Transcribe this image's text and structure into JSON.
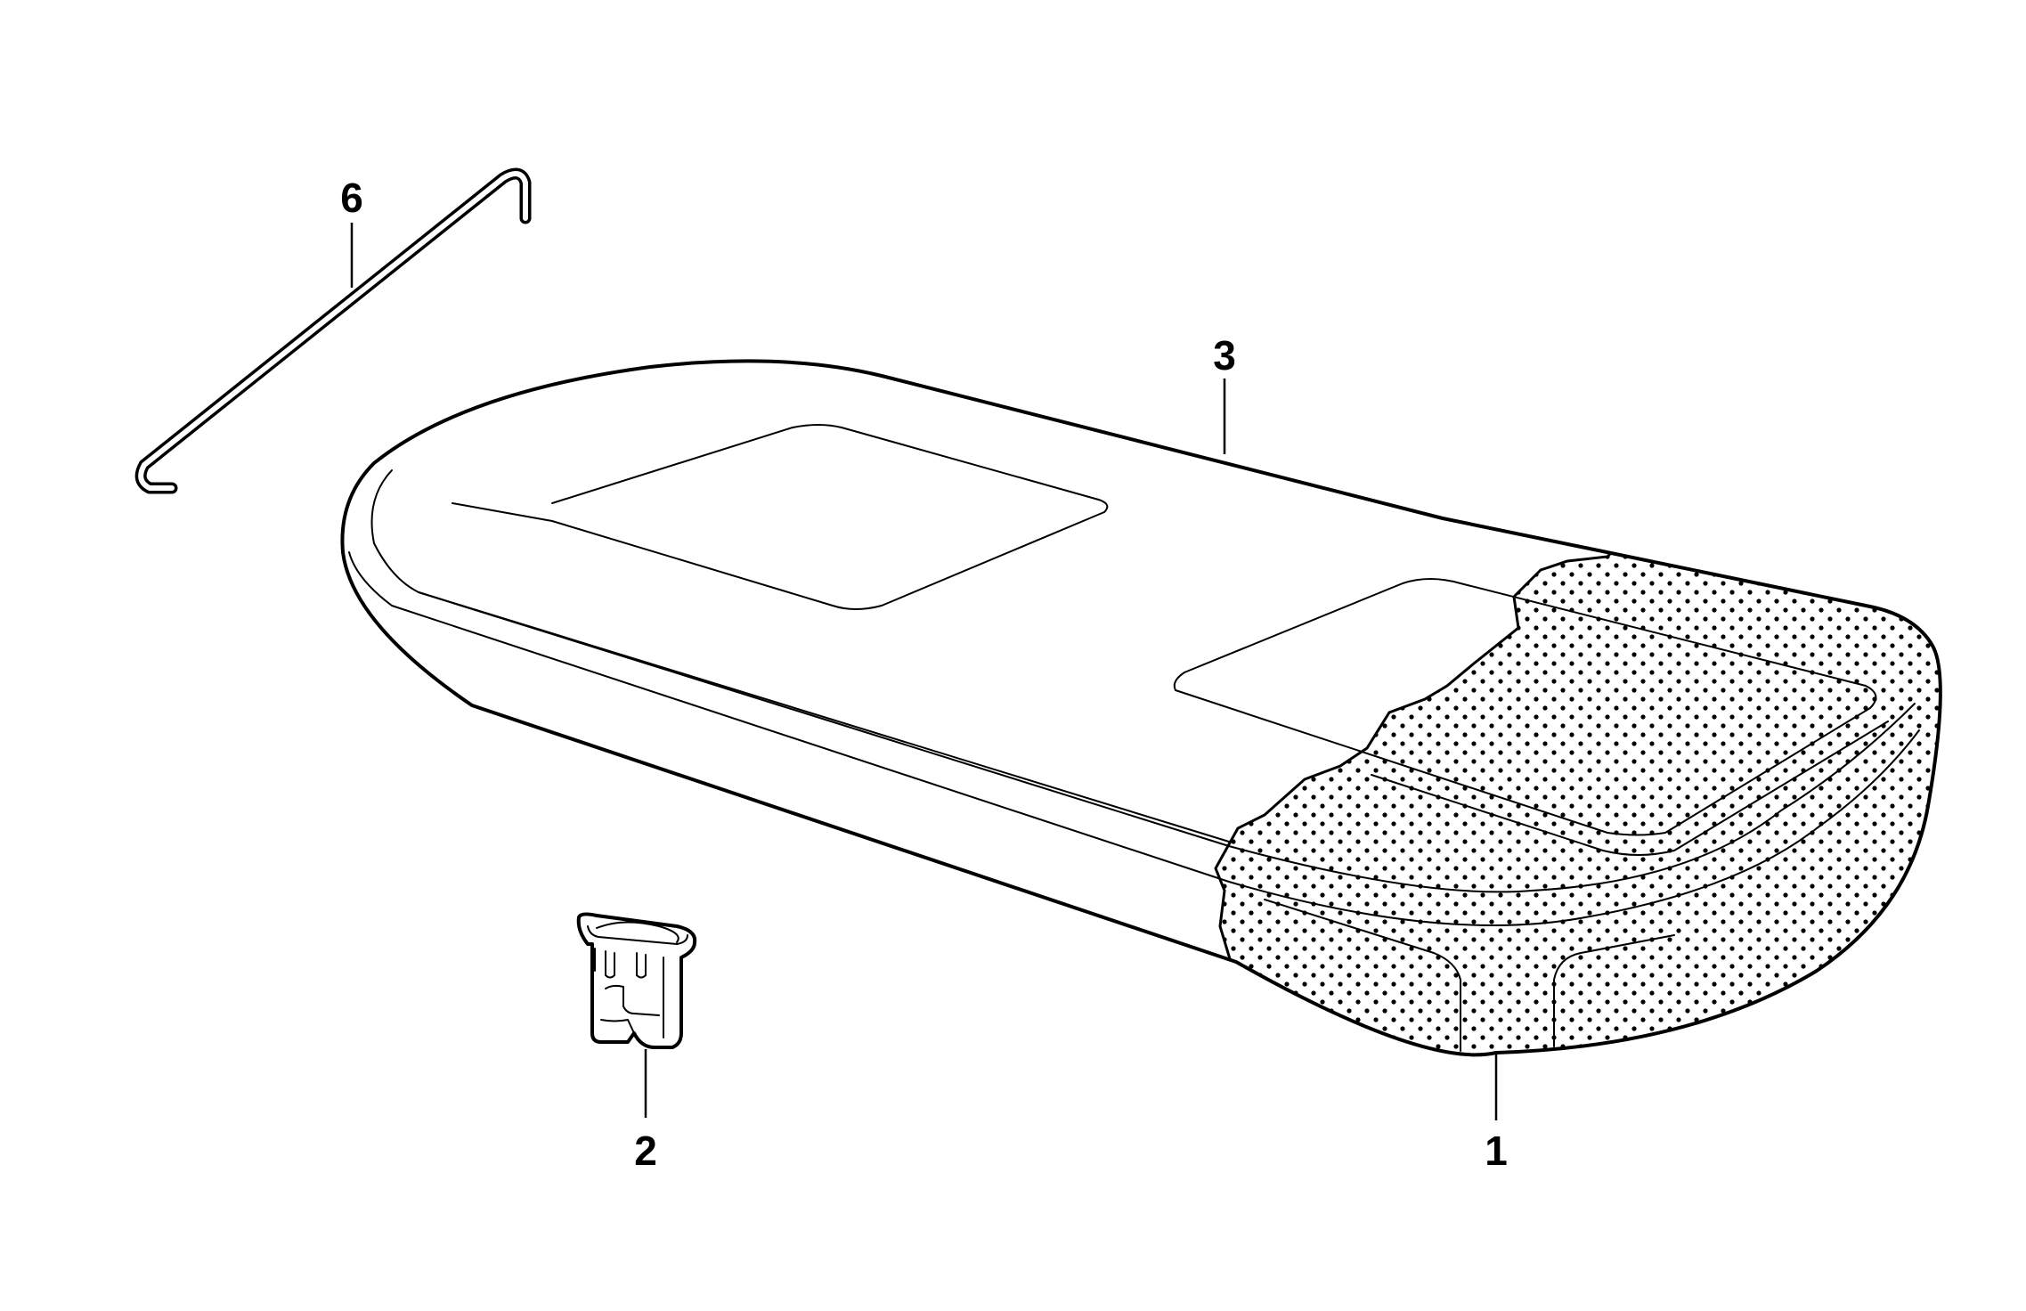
{
  "callouts": {
    "part_1": "1",
    "part_2": "2",
    "part_3": "3",
    "part_6": "6"
  },
  "colors": {
    "line": "#000000",
    "background": "#ffffff"
  }
}
